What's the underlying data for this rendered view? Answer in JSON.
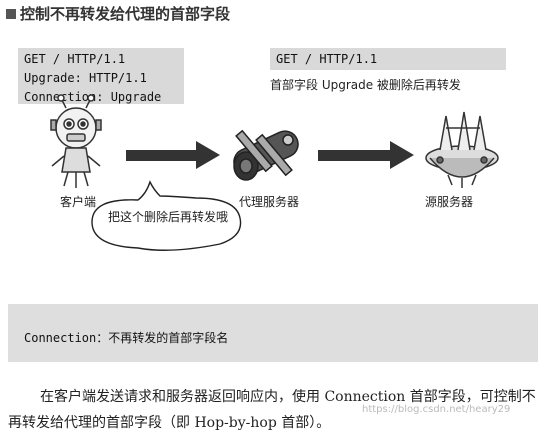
{
  "title": "控制不再转发给代理的首部字段",
  "client_request": {
    "lines": [
      "GET / HTTP/1.1",
      "Upgrade: HTTP/1.1",
      "Connection: Upgrade"
    ]
  },
  "proxy_request": {
    "line": "GET / HTTP/1.1",
    "note": "首部字段 Upgrade 被删除后再转发"
  },
  "nodes": {
    "client": "客户端",
    "proxy": "代理服务器",
    "origin": "源服务器"
  },
  "speech_bubble": "把这个删除后再转发哦",
  "bottom_box": "Connection：不再转发的首部字段名",
  "caption": "在客户端发送请求和服务器返回响应内，使用 Connection 首部字段，可控制不再转发给代理的首部字段（即 Hop-by-hop 首部）。",
  "watermark": "https://blog.csdn.net/heary29"
}
